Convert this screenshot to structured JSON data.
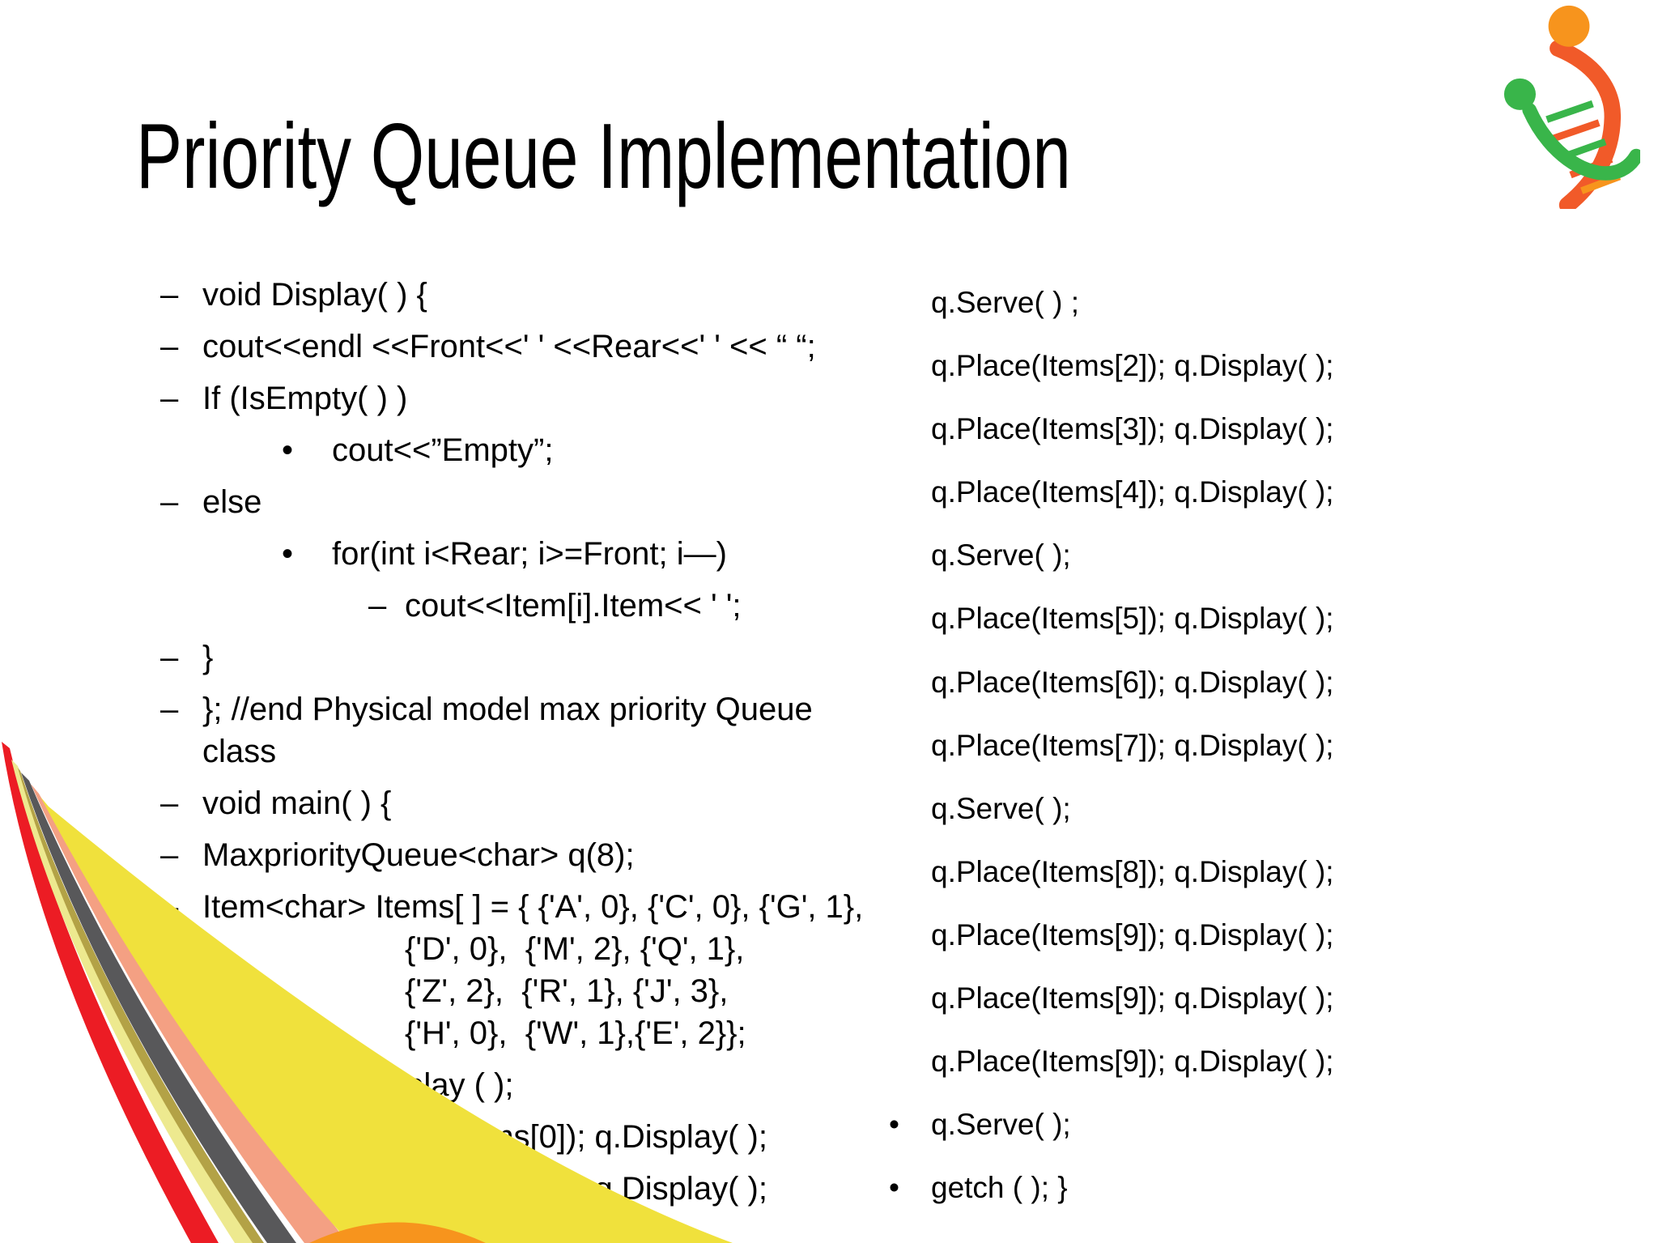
{
  "slide": {
    "title": "Priority Queue Implementation"
  },
  "left": {
    "items": [
      {
        "level": 1,
        "marker": "–",
        "text": "void Display( ) {"
      },
      {
        "level": 1,
        "marker": "–",
        "text": "cout<<endl <<Front<<' ' <<Rear<<' ' << “ “;"
      },
      {
        "level": 1,
        "marker": "–",
        "text": "If (IsEmpty( ) )"
      },
      {
        "level": 2,
        "marker": "•",
        "text": "cout<<”Empty”;"
      },
      {
        "level": 1,
        "marker": "–",
        "text": "else"
      },
      {
        "level": 2,
        "marker": "•",
        "text": "for(int i<Rear; i>=Front; i—)"
      },
      {
        "level": 3,
        "marker": "–",
        "text": "cout<<Item[i].Item<< ' ';"
      },
      {
        "level": 1,
        "marker": "–",
        "text": "}"
      },
      {
        "level": 1,
        "marker": "–",
        "text": "}; //end Physical model max priority Queue\nclass"
      },
      {
        "level": 1,
        "marker": "–",
        "text": "void main( ) {"
      },
      {
        "level": 1,
        "marker": "–",
        "text": "MaxpriorityQueue<char> q(8);"
      },
      {
        "level": 1,
        "marker": "–",
        "text": "Item<char> Items[ ] = { {'A', 0}, {'C', 0}, {'G', 1},",
        "continuation": [
          "{'D', 0},  {'M', 2}, {'Q', 1},",
          "{'Z', 2},  {'R', 1}, {'J', 3},",
          "{'H', 0},  {'W', 1},{'E', 2}};"
        ]
      },
      {
        "level": 0,
        "marker": "",
        "text": "q.Display ( );"
      },
      {
        "level": 0,
        "marker": "",
        "text": "q.Place(Items[0]); q.Display( );"
      },
      {
        "level": 0,
        "marker": "",
        "text": "q.Place(Items[1]); q.Display( );"
      }
    ]
  },
  "right": {
    "items": [
      {
        "marker": "",
        "text": "q.Serve( ) ;"
      },
      {
        "marker": "",
        "text": "q.Place(Items[2]); q.Display( );"
      },
      {
        "marker": "",
        "text": "q.Place(Items[3]); q.Display( );"
      },
      {
        "marker": "",
        "text": "q.Place(Items[4]); q.Display( );"
      },
      {
        "marker": "",
        "text": "q.Serve( );"
      },
      {
        "marker": "",
        "text": "q.Place(Items[5]); q.Display( );"
      },
      {
        "marker": "",
        "text": "q.Place(Items[6]); q.Display( );"
      },
      {
        "marker": "",
        "text": "q.Place(Items[7]); q.Display( );"
      },
      {
        "marker": "",
        "text": "q.Serve( );"
      },
      {
        "marker": "",
        "text": "q.Place(Items[8]); q.Display( );"
      },
      {
        "marker": "",
        "text": "q.Place(Items[9]); q.Display( );"
      },
      {
        "marker": "",
        "text": "q.Place(Items[9]); q.Display( );"
      },
      {
        "marker": "",
        "text": "q.Place(Items[9]); q.Display( );"
      },
      {
        "marker": "•",
        "text": "q.Serve( );"
      },
      {
        "marker": "•",
        "text": "getch ( ); }"
      }
    ]
  },
  "logo": {
    "orange": "#F15A29",
    "orange_light": "#F7941D",
    "green": "#39B54A",
    "green_dark": "#009444"
  },
  "decoration": {
    "red": "#EC1C24",
    "pale_yellow": "#EDE98F",
    "olive": "#B3A246",
    "dark_gray": "#58585A",
    "salmon": "#F4A083",
    "yellow": "#F0E13C",
    "orange": "#F7941D"
  }
}
